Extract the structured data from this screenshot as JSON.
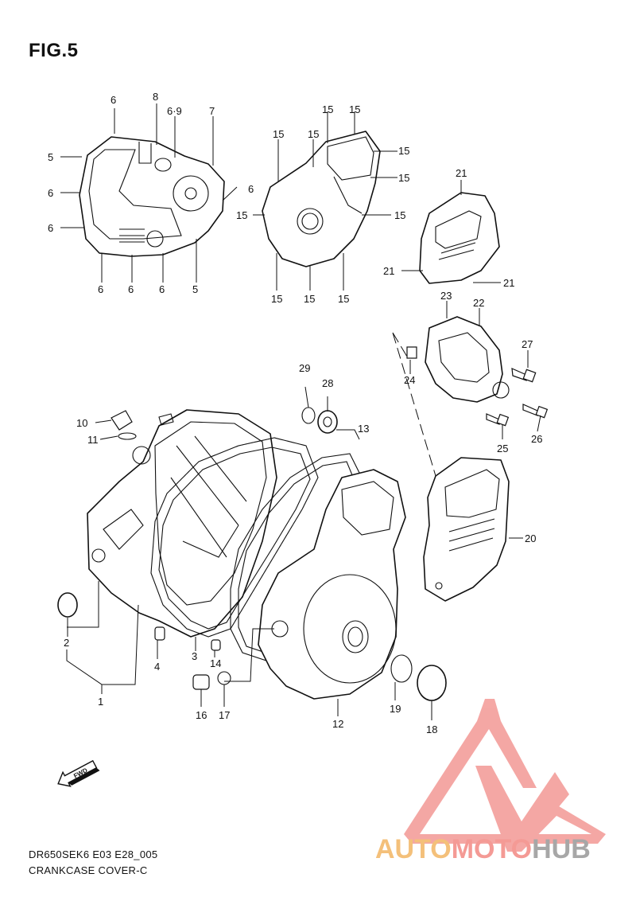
{
  "figure": {
    "title": "FIG.5"
  },
  "footer": {
    "model_code": "DR650SEK6 E03 E28_005",
    "diagram_name": "CRANKCASE COVER-C"
  },
  "watermark": {
    "part1": "AUTO",
    "part2": "MOTO",
    "part3": "HUB",
    "colors": {
      "auto": "#f4c07a",
      "moto": "#f49a95",
      "hub": "#a7a7a7",
      "logo": "#f4a3a0"
    }
  },
  "fwd_arrow": {
    "label": "FWD"
  },
  "callouts": [
    "6",
    "8",
    "6·9",
    "7",
    "5",
    "6",
    "6",
    "6",
    "6",
    "6",
    "6",
    "5",
    "15",
    "15",
    "15",
    "15",
    "15",
    "15",
    "15",
    "15",
    "15",
    "15",
    "15",
    "15",
    "21",
    "21",
    "21",
    "23",
    "22",
    "27",
    "24",
    "25",
    "26",
    "20",
    "29",
    "28",
    "13",
    "10",
    "11",
    "2",
    "4",
    "3",
    "14",
    "1",
    "16",
    "17",
    "12",
    "19",
    "18"
  ]
}
